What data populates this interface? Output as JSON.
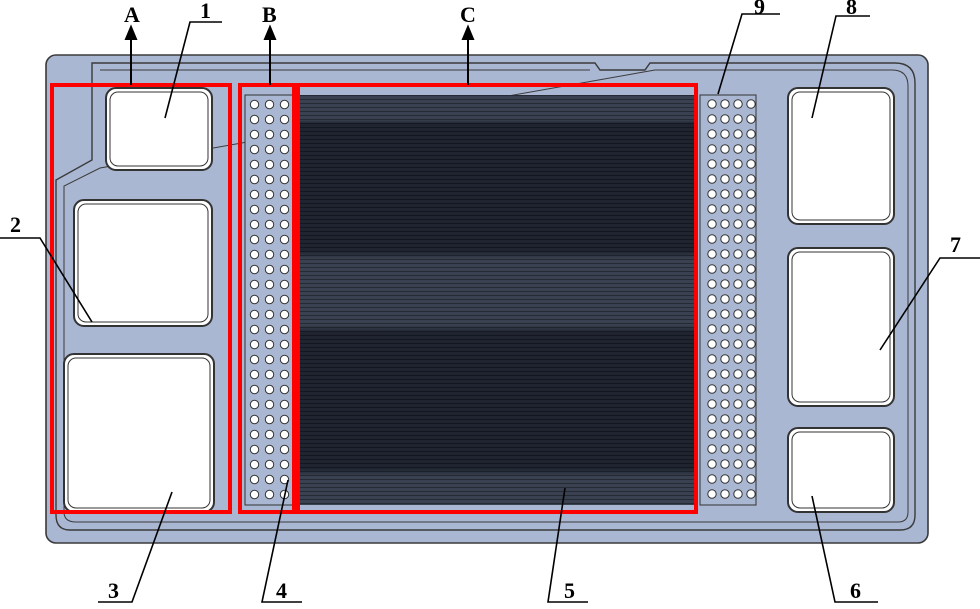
{
  "labels": {
    "A": "A",
    "B": "B",
    "C": "C",
    "n1": "1",
    "n2": "2",
    "n3": "3",
    "n4": "4",
    "n5": "5",
    "n6": "6",
    "n7": "7",
    "n8": "8",
    "n9": "9"
  },
  "colors": {
    "plate": "#a9b7d2",
    "outline": "#3a3a3a",
    "highlight": "#ff0000",
    "flowfield_dark": "#202530",
    "flowfield_light": "#3c4352",
    "port": "#ffffff"
  }
}
